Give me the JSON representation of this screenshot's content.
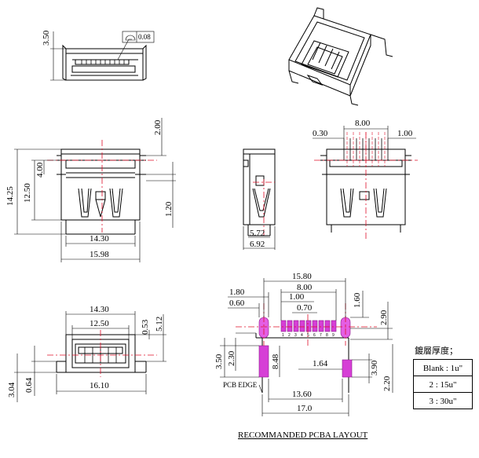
{
  "views": {
    "top": {
      "height": "3.50",
      "flatness": "0.08"
    },
    "front": {
      "d1": "2.00",
      "d2": "14.25",
      "d3": "12.50",
      "d4": "4.00",
      "d5": "1.20",
      "d6": "14.30",
      "d7": "15.98"
    },
    "side": {
      "d1": "5.72",
      "d2": "6.92"
    },
    "rear": {
      "d1": "0.30",
      "d2": "8.00",
      "d3": "1.00"
    },
    "bottom": {
      "d1": "14.30",
      "d2": "12.50",
      "d3": "0.53",
      "d4": "5.12",
      "d5": "3.04",
      "d6": "0.64",
      "d7": "16.10"
    },
    "pcba": {
      "d1": "15.80",
      "d2": "8.00",
      "d3": "1.80",
      "d4": "0.60",
      "d5": "1.00",
      "d6": "1.60",
      "d7": "0.70",
      "d8": "2.90",
      "d9": "3.50",
      "d10": "2.30",
      "d11": "8.48",
      "d12": "1.64",
      "d13": "3.90",
      "d14": "2.20",
      "d15": "13.60",
      "d16": "17.0",
      "pin_labels": [
        "1",
        "2",
        "3",
        "4",
        "5",
        "6",
        "7",
        "8",
        "9"
      ],
      "pcb_edge": "PCB  EDGE",
      "title": "RECOMMANDED PCBA LAYOUT"
    }
  },
  "plating": {
    "title": "鍍層厚度；",
    "rows": [
      "Blank : 1u\"",
      "2 : 15u\"",
      "3 : 30u\""
    ]
  }
}
